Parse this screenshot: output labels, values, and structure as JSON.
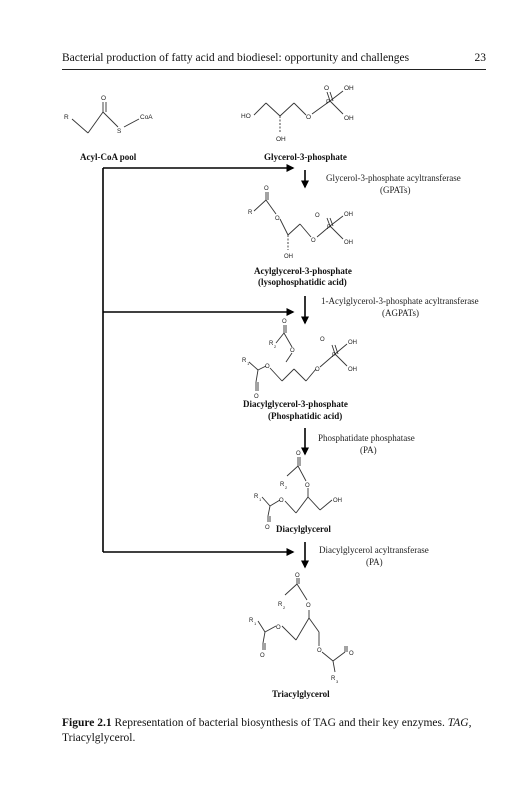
{
  "header": {
    "running_title": "Bacterial production of fatty acid and biodiesel: opportunity and challenges",
    "page_number": "23"
  },
  "atoms": {
    "R": "R",
    "O": "O",
    "OH": "OH",
    "P": "P",
    "S": "S",
    "CoA": "CoA",
    "HO": "HO",
    "R1": "R",
    "R2": "R",
    "R3": "R",
    "sub1": "1",
    "sub2": "2",
    "sub3": "3"
  },
  "compounds": {
    "acyl_coa": "Acyl-CoA pool",
    "g3p": "Glycerol-3-phosphate",
    "lpa_1": "Acylglycerol-3-phosphate",
    "lpa_2": "(lysophosphatidic acid)",
    "pa_1": "Diacylglycerol-3-phosphate",
    "pa_2": "(Phosphatidic acid)",
    "dag": "Diacylglycerol",
    "tag": "Triacylglycerol"
  },
  "enzymes": {
    "gpat_1": "Glycerol-3-phosphate acyltransferase",
    "gpat_2": "(GPATs)",
    "agpat_1": "1-Acylglycerol-3-phosphate acyltransferase",
    "agpat_2": "(AGPATs)",
    "pap_1": "Phosphatidate phosphatase",
    "pap_2": "(PA)",
    "dgat_1": "Diacylglycerol acyltransferase",
    "dgat_2": "(PA)"
  },
  "caption": {
    "label": "Figure 2.1",
    "text": " Representation of bacterial biosynthesis of TAG and their key enzymes. ",
    "abbr": "TAG,",
    "abbr_def": " Triacylglycerol."
  }
}
